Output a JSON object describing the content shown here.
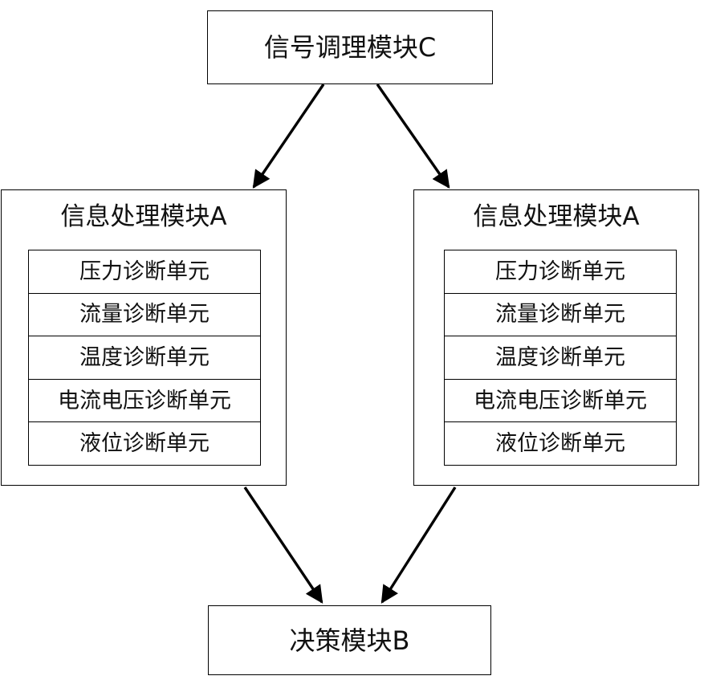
{
  "diagram": {
    "type": "block-diagram",
    "background": "#ffffff",
    "line_color": "#000000",
    "nodes": {
      "signal_conditioning": {
        "label": "信号调理模块C",
        "role": "top-source-module"
      },
      "decision": {
        "label": "决策模块B",
        "role": "bottom-sink-module"
      },
      "processing_left": {
        "label": "信息处理模块A",
        "units": [
          "压力诊断单元",
          "流量诊断单元",
          "温度诊断单元",
          "电流电压诊断单元",
          "液位诊断单元"
        ]
      },
      "processing_right": {
        "label": "信息处理模块A",
        "units": [
          "压力诊断单元",
          "流量诊断单元",
          "温度诊断单元",
          "电流电压诊断单元",
          "液位诊断单元"
        ]
      }
    },
    "connectors": [
      {
        "name": "signal-to-left-processing",
        "from": "signal_conditioning",
        "to": "processing_left",
        "arrowhead": "end"
      },
      {
        "name": "signal-to-right-processing",
        "from": "signal_conditioning",
        "to": "processing_right",
        "arrowhead": "end"
      },
      {
        "name": "left-processing-to-decision",
        "from": "processing_left",
        "to": "decision",
        "arrowhead": "end"
      },
      {
        "name": "right-processing-to-decision",
        "from": "processing_right",
        "to": "decision",
        "arrowhead": "end"
      }
    ]
  }
}
